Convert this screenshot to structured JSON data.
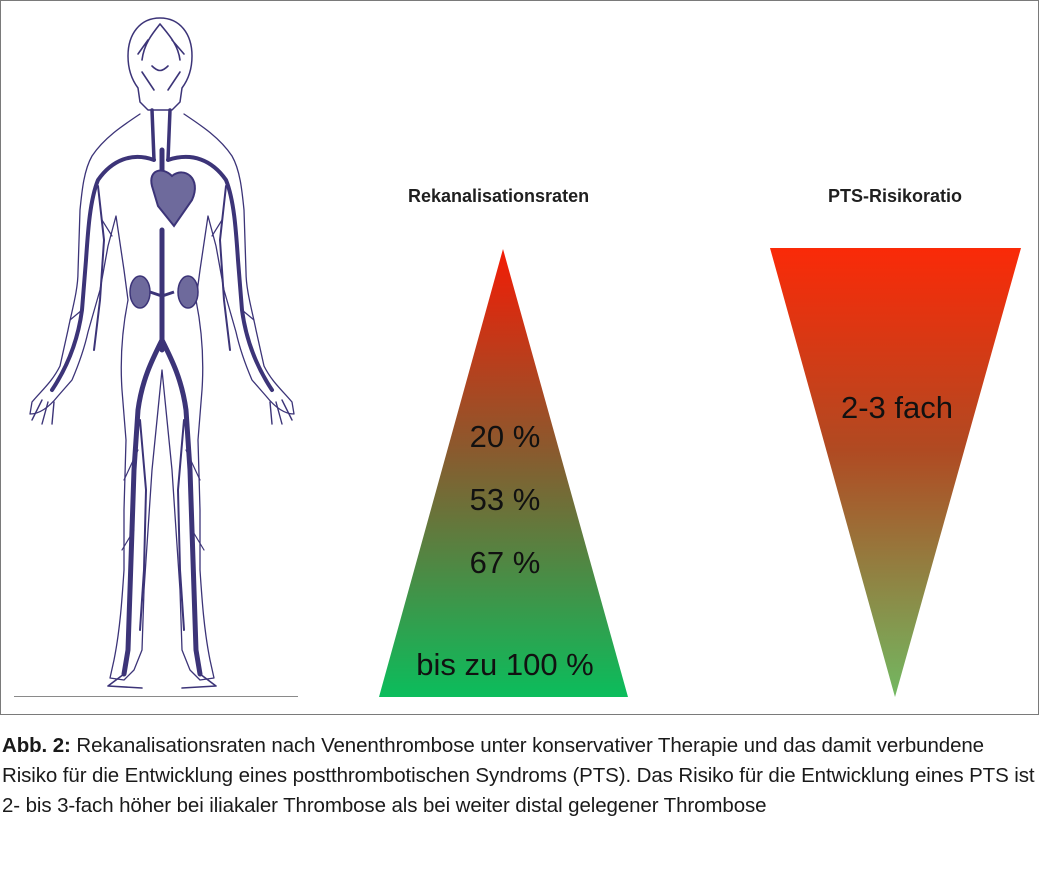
{
  "figure": {
    "left_heading": "Rekanalisationsraten",
    "right_heading": "PTS-Risikoratio",
    "left_triangle": {
      "labels": [
        "20 %",
        "53 %",
        "67 %",
        "bis zu 100 %"
      ],
      "gradient_top": "#f31c06",
      "gradient_middle": "#8a5a2e",
      "gradient_bottom": "#0bbd5c"
    },
    "right_triangle": {
      "label": "2-3 fach",
      "gradient_top": "#fa2a08",
      "gradient_middle": "#b04a22",
      "gradient_bottom": "#72b861"
    },
    "illustration": {
      "icon": "human-venous-system-icon",
      "vein_color": "#3c3478",
      "organ_color": "#6e6a9c"
    }
  },
  "caption": {
    "label": "Abb. 2:",
    "text": " Rekanalisationsraten nach Venenthrombose unter konservativer Therapie und das damit verbundene Risiko für die Entwicklung eines postthrombotischen Syndroms (PTS). Das Risiko für die Entwicklung eines PTS ist 2- bis 3-fach höher bei iliakaler Thrombose als bei weiter distal gelegener Thrombose"
  }
}
